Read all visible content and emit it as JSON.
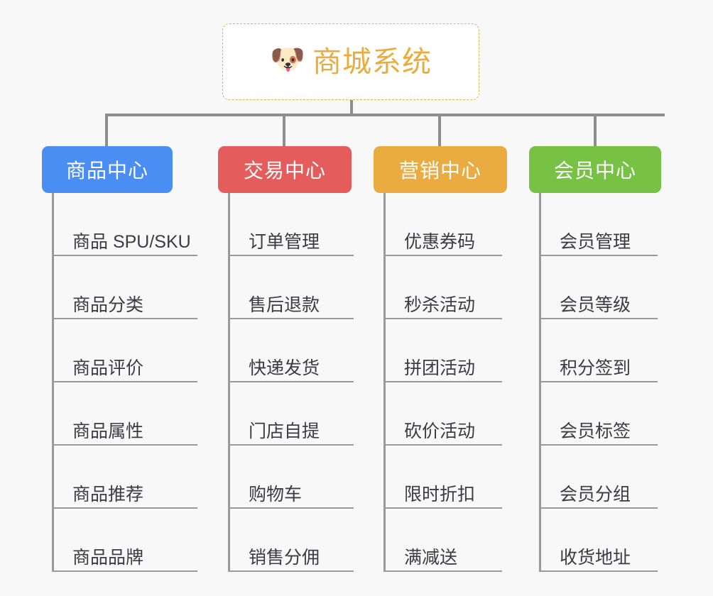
{
  "diagram": {
    "type": "org-chart",
    "background_color": "#f8f8f8",
    "connector_color": "#8e8e8e",
    "root": {
      "icon": "dog-face-icon",
      "icon_glyph": "🐶",
      "title": "商城系统",
      "text_color": "#e9ad3e",
      "border_color": "#e8b23f",
      "border_style": "dashed",
      "background": "#ffffff"
    },
    "categories": [
      {
        "label": "商品中心",
        "color": "#4a8ef4",
        "color_name": "blue",
        "items": [
          "商品 SPU/SKU",
          "商品分类",
          "商品评价",
          "商品属性",
          "商品推荐",
          "商品品牌"
        ]
      },
      {
        "label": "交易中心",
        "color": "#e55c5c",
        "color_name": "red",
        "items": [
          "订单管理",
          "售后退款",
          "快递发货",
          "门店自提",
          "购物车",
          "销售分佣"
        ]
      },
      {
        "label": "营销中心",
        "color": "#eaab41",
        "color_name": "orange",
        "items": [
          "优惠券码",
          "秒杀活动",
          "拼团活动",
          "砍价活动",
          "限时折扣",
          "满减送"
        ]
      },
      {
        "label": "会员中心",
        "color": "#77c244",
        "color_name": "green",
        "items": [
          "会员管理",
          "会员等级",
          "积分签到",
          "会员标签",
          "会员分组",
          "收货地址"
        ]
      }
    ]
  }
}
